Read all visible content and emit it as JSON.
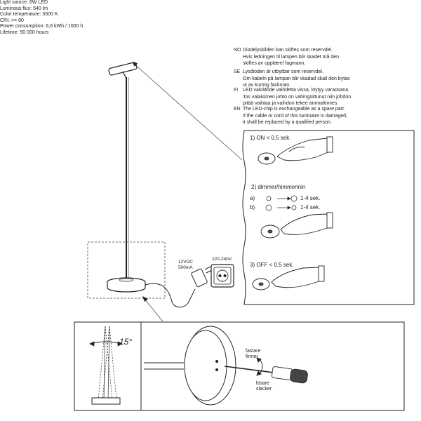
{
  "specs": [
    "Light source: 6W LED",
    "Luminous flux: 540 lm",
    "Color temperature: 3000 K",
    "CRI: >= 80",
    "Power consumption: 6,6 kWh / 1000 h",
    "Lifetime: 50 000 hours"
  ],
  "notices": [
    {
      "code": "NO",
      "lines": [
        "Diodelyskilden kan skiftes som reservdel.",
        "Hvis ledningen til lampen blir skadet må den",
        "skiftes av opplærel fagmann."
      ]
    },
    {
      "code": "SE",
      "lines": [
        "Lysdioden är utbytbar som reservdel.",
        "Om kabeln på lampan blir skadad skall den bytas",
        "ut av kunnig fackman."
      ]
    },
    {
      "code": "FI",
      "lines": [
        "LED valolähde vaihdetta vissa, löytyy varaosana.",
        "Jos valaisimen johto on vahingoittunut niin johdon",
        "pitää vaihtaa ja vaihdon tekee ammattimies."
      ]
    },
    {
      "code": "EN",
      "lines": [
        "The LED-chip is exchangeable as a spare part.",
        "If the cable or cord of this luminaire is damaged,",
        "it shall be replaced by a qualified person."
      ]
    }
  ],
  "steps": {
    "on": "1) ON < 0,5 sek.",
    "dimmer": "2) dimmer/himmennin",
    "dim_a_label": "a)",
    "dim_a_time": "1-4 sek.",
    "dim_b_label": "b)",
    "dim_b_time": "1-4 sek.",
    "off": "3) OFF < 0,5 sek."
  },
  "power": {
    "adapter_voltage": "12VDC",
    "adapter_current": "500mA",
    "mains": "220-240V"
  },
  "tilt": {
    "angle": "15°"
  },
  "screw": {
    "tighter": [
      "fastare",
      "firmer"
    ],
    "looser": [
      "lösare",
      "slacker"
    ]
  }
}
